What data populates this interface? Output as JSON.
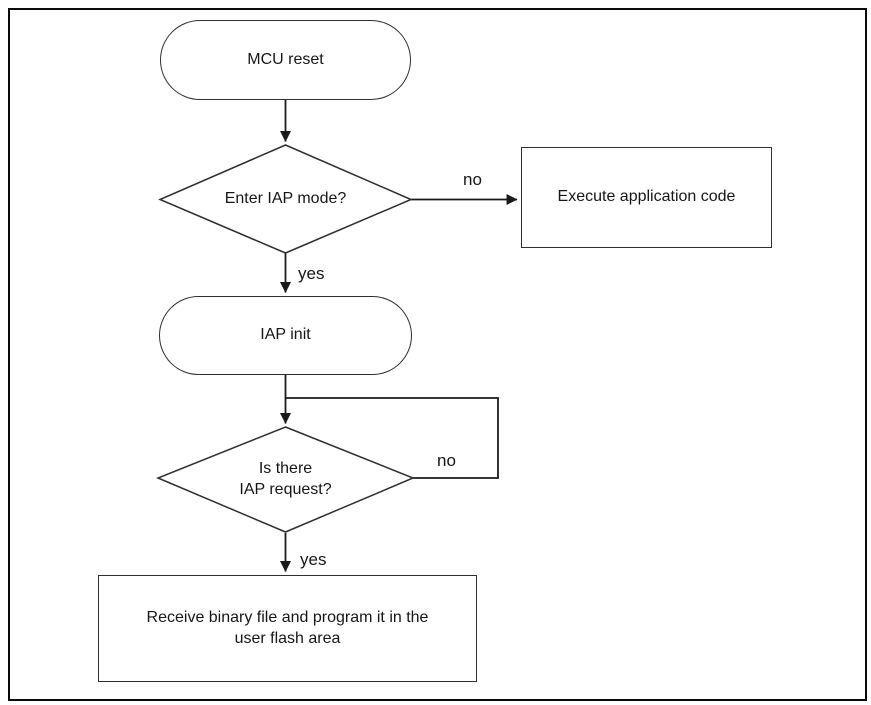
{
  "diagram": {
    "type": "flowchart",
    "background": "#ffffff",
    "line_color": "#1a1a1a",
    "shape_border_color": "#2f2f2f",
    "text_color": "#161616",
    "nodes": {
      "mcu_reset": {
        "shape": "terminator",
        "label": "MCU reset"
      },
      "enter_iap_mode": {
        "shape": "decision",
        "label": "Enter IAP mode?"
      },
      "execute_application_code": {
        "shape": "process",
        "label": "Execute application code"
      },
      "iap_init": {
        "shape": "terminator",
        "label": "IAP init"
      },
      "is_there_iap_request": {
        "shape": "decision",
        "label": "Is there\nIAP request?"
      },
      "receive_binary_file": {
        "shape": "process",
        "label": "Receive binary file and program it in the\nuser flash area"
      }
    },
    "edges": {
      "enter_iap_no": "no",
      "enter_iap_yes": "yes",
      "iap_request_no": "no",
      "iap_request_yes": "yes"
    }
  }
}
